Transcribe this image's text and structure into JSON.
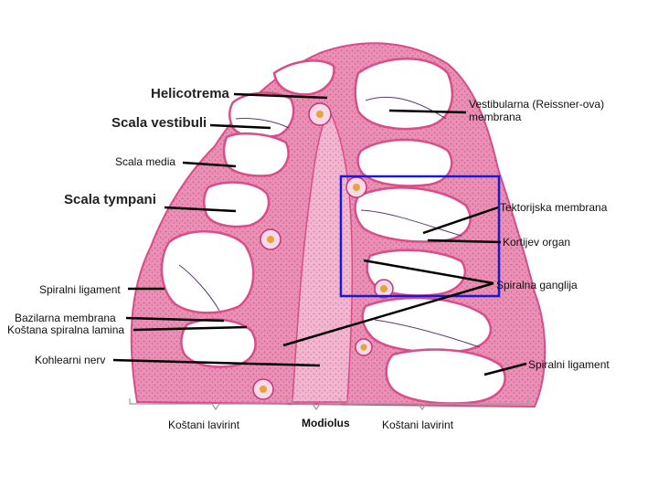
{
  "labels": {
    "helicotrema": "Helicotrema",
    "scala_vestibuli": "Scala vestibuli",
    "scala_media": "Scala media",
    "scala_tympani": "Scala tympani",
    "spiralni_ligament_left": "Spiralni ligament",
    "bazilarna_membrana": "Bazilarna membrana",
    "kostana_spiralna_lamina": "Koštana spiralna lamina",
    "kohlearni_nerv": "Kohlearni nerv",
    "reissner_line1": "Vestibularna (Reissner-ova)",
    "reissner_line2": "membrana",
    "tektorijska": "Tektorijska membrana",
    "kortijev": "Kortijev organ",
    "spiralna_ganglija": "Spiralna ganglija",
    "spiralni_ligament_right": "Spiralni ligament",
    "kostani_lavirint_left": "Koštani lavirint",
    "modiolus": "Modiolus",
    "kostani_lavirint_right": "Koštani lavirint"
  },
  "colors": {
    "tissue": "#ec8fb5",
    "tissue_dark": "#d94d8a",
    "tissue_light": "#f6c9dc",
    "highlight_box": "#1a1ad6",
    "leader_line": "#000000"
  }
}
